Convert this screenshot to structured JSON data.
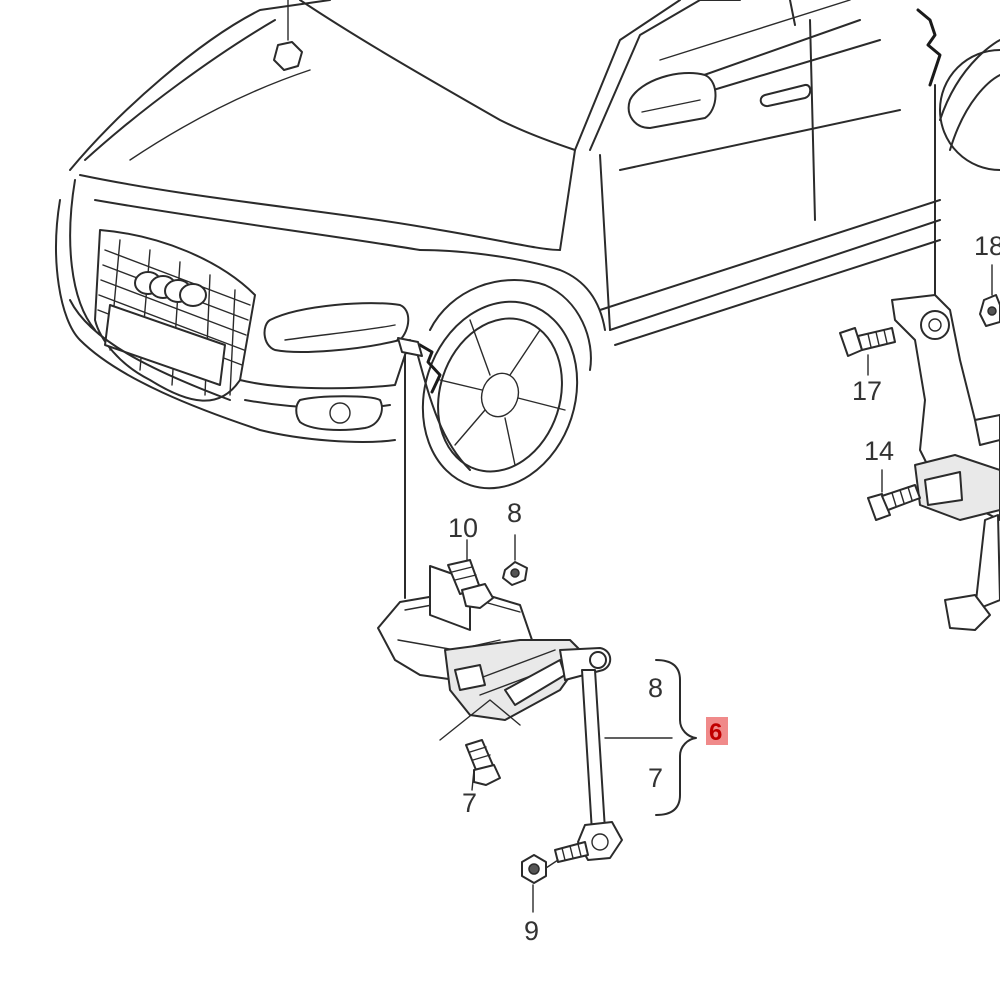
{
  "diagram": {
    "callouts": {
      "c10": "10",
      "c8_top": "8",
      "c8_bracket": "8",
      "c7_bracket": "7",
      "c6": "6",
      "c7_bolt": "7",
      "c9": "9",
      "c17": "17",
      "c14": "14",
      "c18": "18"
    },
    "colors": {
      "line": "#2b2b2b",
      "highlight_box": "#f08a8a",
      "highlight_text": "#c00000"
    }
  }
}
